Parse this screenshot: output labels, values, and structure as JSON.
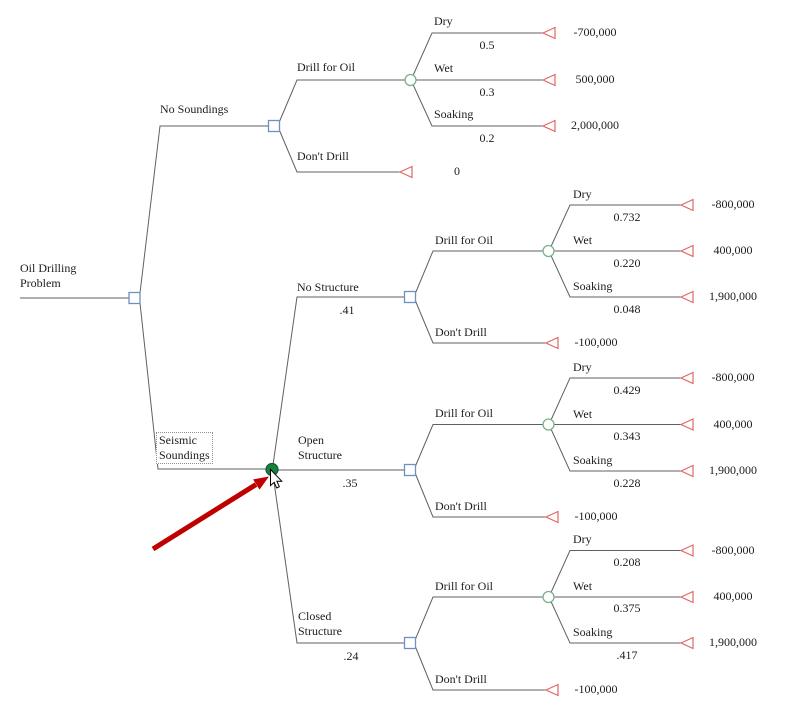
{
  "root": {
    "label": "Oil Drilling\nProblem"
  },
  "no_soundings": {
    "label": "No Soundings",
    "drill": {
      "label": "Drill for Oil",
      "outcomes": [
        {
          "label": "Dry",
          "prob": "0.5",
          "value": "-700,000"
        },
        {
          "label": "Wet",
          "prob": "0.3",
          "value": "500,000"
        },
        {
          "label": "Soaking",
          "prob": "0.2",
          "value": "2,000,000"
        }
      ]
    },
    "dont_drill": {
      "label": "Don't Drill",
      "value": "0"
    }
  },
  "seismic": {
    "label": "Seismic\nSoundings",
    "structures": [
      {
        "label": "No Structure",
        "prob": ".41",
        "drill": {
          "label": "Drill for Oil",
          "outcomes": [
            {
              "label": "Dry",
              "prob": "0.732",
              "value": "-800,000"
            },
            {
              "label": "Wet",
              "prob": "0.220",
              "value": "400,000"
            },
            {
              "label": "Soaking",
              "prob": "0.048",
              "value": "1,900,000"
            }
          ]
        },
        "dont_drill": {
          "label": "Don't Drill",
          "value": "-100,000"
        }
      },
      {
        "label": "Open\nStructure",
        "prob": ".35",
        "drill": {
          "label": "Drill for Oil",
          "outcomes": [
            {
              "label": "Dry",
              "prob": "0.429",
              "value": "-800,000"
            },
            {
              "label": "Wet",
              "prob": "0.343",
              "value": "400,000"
            },
            {
              "label": "Soaking",
              "prob": "0.228",
              "value": "1,900,000"
            }
          ]
        },
        "dont_drill": {
          "label": "Don't Drill",
          "value": "-100,000"
        }
      },
      {
        "label": "Closed\nStructure",
        "prob": ".24",
        "drill": {
          "label": "Drill for Oil",
          "outcomes": [
            {
              "label": "Dry",
              "prob": "0.208",
              "value": "-800,000"
            },
            {
              "label": "Wet",
              "prob": "0.375",
              "value": "400,000"
            },
            {
              "label": "Soaking",
              "prob": ".417",
              "value": "1,900,000"
            }
          ]
        },
        "dont_drill": {
          "label": "Don't Drill",
          "value": "-100,000"
        }
      }
    ]
  },
  "colors": {
    "decision_node_stroke": "#7090c5",
    "chance_node_stroke": "#79b489",
    "terminal_node_stroke": "#e06666",
    "selected_chance_node_fill": "#17803f",
    "annotation_arrow": "#c00000",
    "branch_line": "#606060"
  }
}
